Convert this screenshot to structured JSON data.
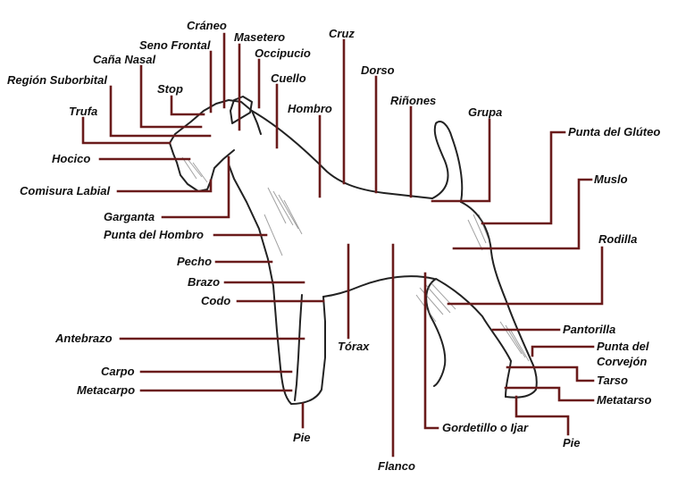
{
  "colors": {
    "leader": "#6a1b1b",
    "text": "#111111",
    "outline": "#222222",
    "background": "#ffffff"
  },
  "labels": {
    "craneo": "Cráneo",
    "seno_frontal": "Seno Frontal",
    "masetero": "Masetero",
    "cruz": "Cruz",
    "occipucio": "Occipucio",
    "cana_nasal": "Caña Nasal",
    "cuello": "Cuello",
    "dorso": "Dorso",
    "region_suborbital": "Región Suborbital",
    "stop": "Stop",
    "hombro": "Hombro",
    "rinones": "Riñones",
    "grupa": "Grupa",
    "trufa": "Trufa",
    "punta_gluteo": "Punta del Glúteo",
    "hocico": "Hocico",
    "muslo": "Muslo",
    "comisura_labial": "Comisura Labial",
    "garganta": "Garganta",
    "punta_hombro": "Punta del Hombro",
    "rodilla": "Rodilla",
    "pecho": "Pecho",
    "brazo": "Brazo",
    "codo": "Codo",
    "pantorilla": "Pantorilla",
    "antebrazo": "Antebrazo",
    "torax": "Tórax",
    "punta_corvejon_1": "Punta del",
    "punta_corvejon_2": "Corvejón",
    "carpo": "Carpo",
    "tarso": "Tarso",
    "metacarpo": "Metacarpo",
    "metatarso": "Metatarso",
    "gordetillo": "Gordetillo o Ijar",
    "pie_delantero": "Pie",
    "pie_trasero": "Pie",
    "flanco": "Flanco"
  }
}
